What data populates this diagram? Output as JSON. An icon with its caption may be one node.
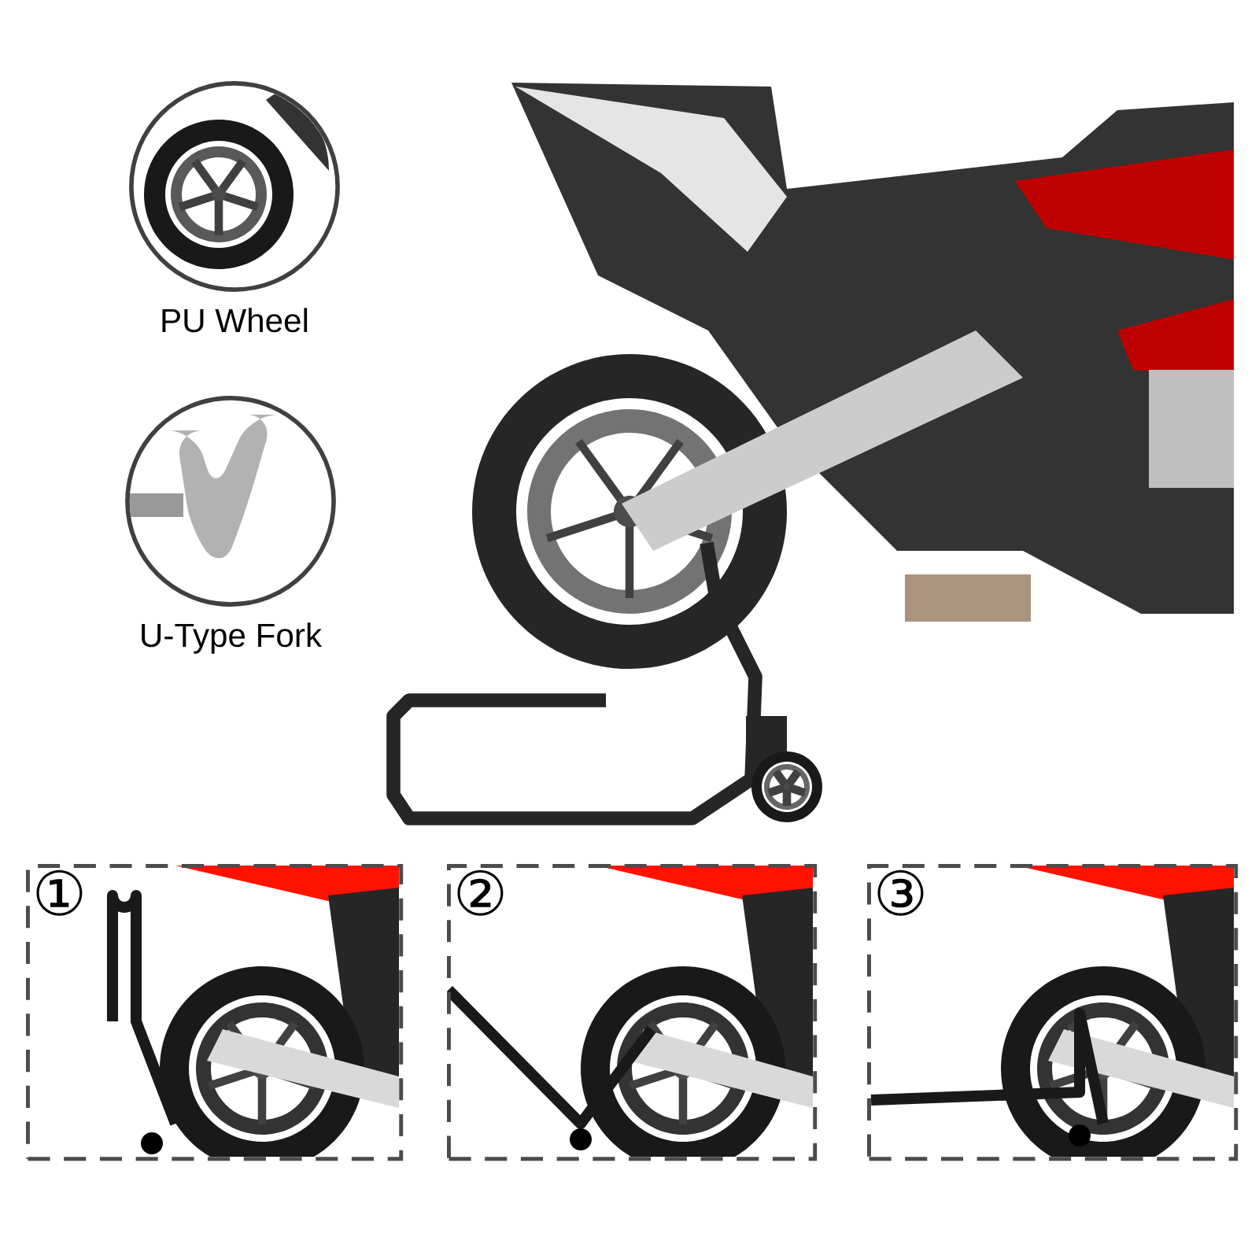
{
  "diagram": {
    "nodes": [
      {
        "text": [
          "PU Wheel"
        ]
      },
      {
        "text": [
          "U-Type Fork"
        ]
      },
      {
        "text": [
          "①"
        ]
      },
      {
        "text": [
          "②"
        ]
      },
      {
        "text": [
          "③"
        ]
      }
    ]
  }
}
